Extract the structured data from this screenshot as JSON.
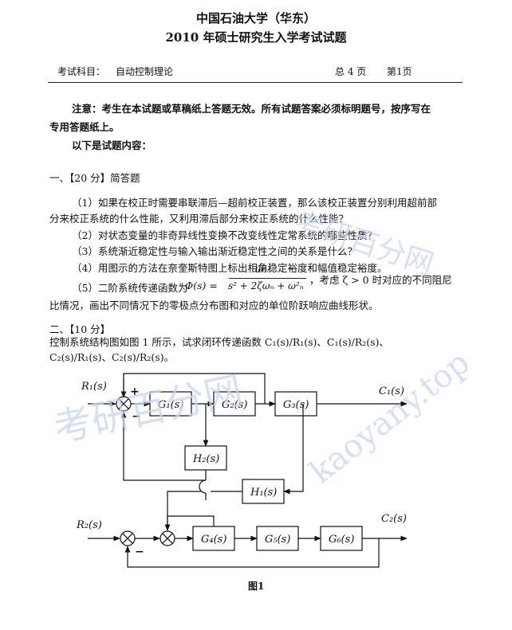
{
  "header": {
    "university": "中国石油大学（华东）",
    "exam_title": "2010 年硕士研究生入学考试试题",
    "subject_label": "考试科目：",
    "subject_value": "自动控制理论",
    "total_pages": "总 4 页",
    "page_number": "第1页"
  },
  "notice": {
    "line1": "注意：考生在本试题或草稿纸上答题无效。所有试题答案必须标明题号，按序写在",
    "line2": "专用答题纸上。",
    "line3": "以下是试题内容："
  },
  "q1": {
    "heading": "一、【20 分】简答题",
    "item1_line1": "（1）如果在校正时需要串联滞后—超前校正装置，那么该校正装置分别利用超前部",
    "item1_line2": "分来校正系统的什么性能，又利用滞后部分来校正系统的什么性能？",
    "item2": "（2）对状态变量的非奇异线性变换不改变线性定常系统的哪些性质？",
    "item3": "（3）系统渐近稳定性与输入输出渐近稳定性之间的关系是什么？",
    "item4": "（4）用图示的方法在奈奎斯特图上标出相角稳定裕度和幅值稳定裕度。",
    "item5_prefix": "（5）二阶系统传递函数为",
    "item5_lhs": "Φ(s) =",
    "item5_num": "ω²ₙ",
    "item5_den": "s² + 2ζωₙ + ω²ₙ",
    "item5_suffix": "，考虑 ζ > 0 时对应的不同阻尼",
    "item5_line2": "比情况，画出不同情况下的零极点分布图和对应的单位阶跃响应曲线形状。"
  },
  "q2": {
    "heading": "二、【10 分】",
    "line1": "控制系统结构图如图 1 所示，试求闭环传递函数 C₁(s)/R₁(s)、C₁(s)/R₂(s)、",
    "line2": "C₂(s)/R₁(s)、C₂(s)/R₂(s)。"
  },
  "diagram": {
    "r1": "R₁(s)",
    "r2": "R₂(s)",
    "c1": "C₁(s)",
    "c2": "C₂(s)",
    "g1": "G₁(s)",
    "g2": "G₂(s)",
    "g3": "G₃(s)",
    "g4": "G₄(s)",
    "g5": "G₅(s)",
    "g6": "G₆(s)",
    "h1": "H₁(s)",
    "h2": "H₂(s)",
    "plus": "+",
    "minus": "−",
    "caption": "图1"
  },
  "watermark": {
    "text_cn": "考研百分网",
    "text_en": "kaoyany.top",
    "color": "#c8d6ef"
  }
}
